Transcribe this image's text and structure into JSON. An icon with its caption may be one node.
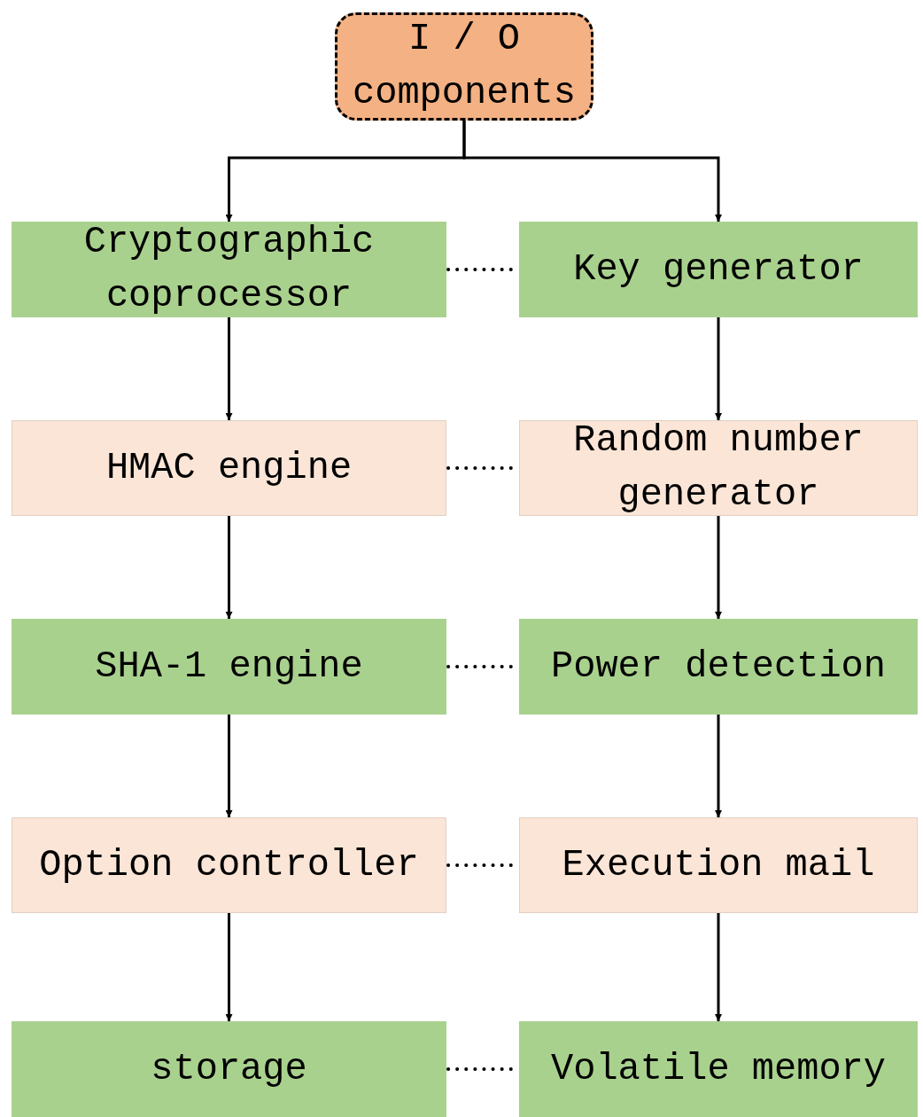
{
  "diagram": {
    "nodes": [
      {
        "text": [
          "I / O components"
        ]
      },
      {
        "text": [
          "Cryptographic coprocessor"
        ]
      },
      {
        "text": [
          "Key generator"
        ]
      },
      {
        "text": [
          "HMAC engine"
        ]
      },
      {
        "text": [
          "Random number generator"
        ]
      },
      {
        "text": [
          "SHA-1 engine"
        ]
      },
      {
        "text": [
          "Power detection"
        ]
      },
      {
        "text": [
          "Option controller"
        ]
      },
      {
        "text": [
          "Execution mail"
        ]
      },
      {
        "text": [
          "storage"
        ]
      },
      {
        "text": [
          "Volatile memory"
        ]
      }
    ],
    "edges": [
      {
        "from": 0,
        "to": 1,
        "arrow": "to"
      },
      {
        "from": 0,
        "to": 2,
        "arrow": "to"
      },
      {
        "from": 1,
        "to": 2,
        "arrow": "none",
        "style": "dashed"
      },
      {
        "from": 1,
        "to": 3,
        "arrow": "to"
      },
      {
        "from": 2,
        "to": 4,
        "arrow": "to"
      },
      {
        "from": 3,
        "to": 4,
        "arrow": "none",
        "style": "dashed"
      },
      {
        "from": 3,
        "to": 5,
        "arrow": "to"
      },
      {
        "from": 4,
        "to": 6,
        "arrow": "to"
      },
      {
        "from": 5,
        "to": 6,
        "arrow": "none",
        "style": "dashed"
      },
      {
        "from": 5,
        "to": 7,
        "arrow": "to"
      },
      {
        "from": 6,
        "to": 8,
        "arrow": "to"
      },
      {
        "from": 7,
        "to": 8,
        "arrow": "none",
        "style": "dashed"
      },
      {
        "from": 7,
        "to": 9,
        "arrow": "to"
      },
      {
        "from": 8,
        "to": 10,
        "arrow": "to"
      },
      {
        "from": 9,
        "to": 10,
        "arrow": "none",
        "style": "dashed"
      }
    ]
  }
}
